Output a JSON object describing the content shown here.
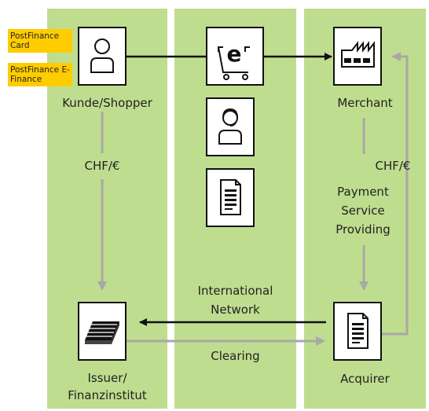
{
  "badges": {
    "card": "PostFinance Card",
    "efinance": "PostFinance E-Finance"
  },
  "nodes": {
    "customer": "Kunde/Shopper",
    "merchant": "Merchant",
    "issuer_line1": "Issuer/",
    "issuer_line2": "Finanzinstitut",
    "acquirer": "Acquirer"
  },
  "edges": {
    "left_currency": "CHF/€",
    "right_currency": "CHF/€",
    "psp_line1": "Payment",
    "psp_line2": "Service",
    "psp_line3": "Providing",
    "network_line1": "International",
    "network_line2": "Network",
    "clearing": "Clearing"
  },
  "icons": {
    "customer": "person-icon",
    "eshop": "e-cart-icon",
    "support": "headset-person-icon",
    "document": "document-icon",
    "merchant": "factory-icon",
    "acquirer": "document-icon",
    "issuer": "card-stack-icon"
  },
  "colors": {
    "column": "#bfdd8f",
    "badge": "#ffcc00",
    "arrow_dark": "#111111",
    "arrow_gray": "#a8a8a8"
  }
}
